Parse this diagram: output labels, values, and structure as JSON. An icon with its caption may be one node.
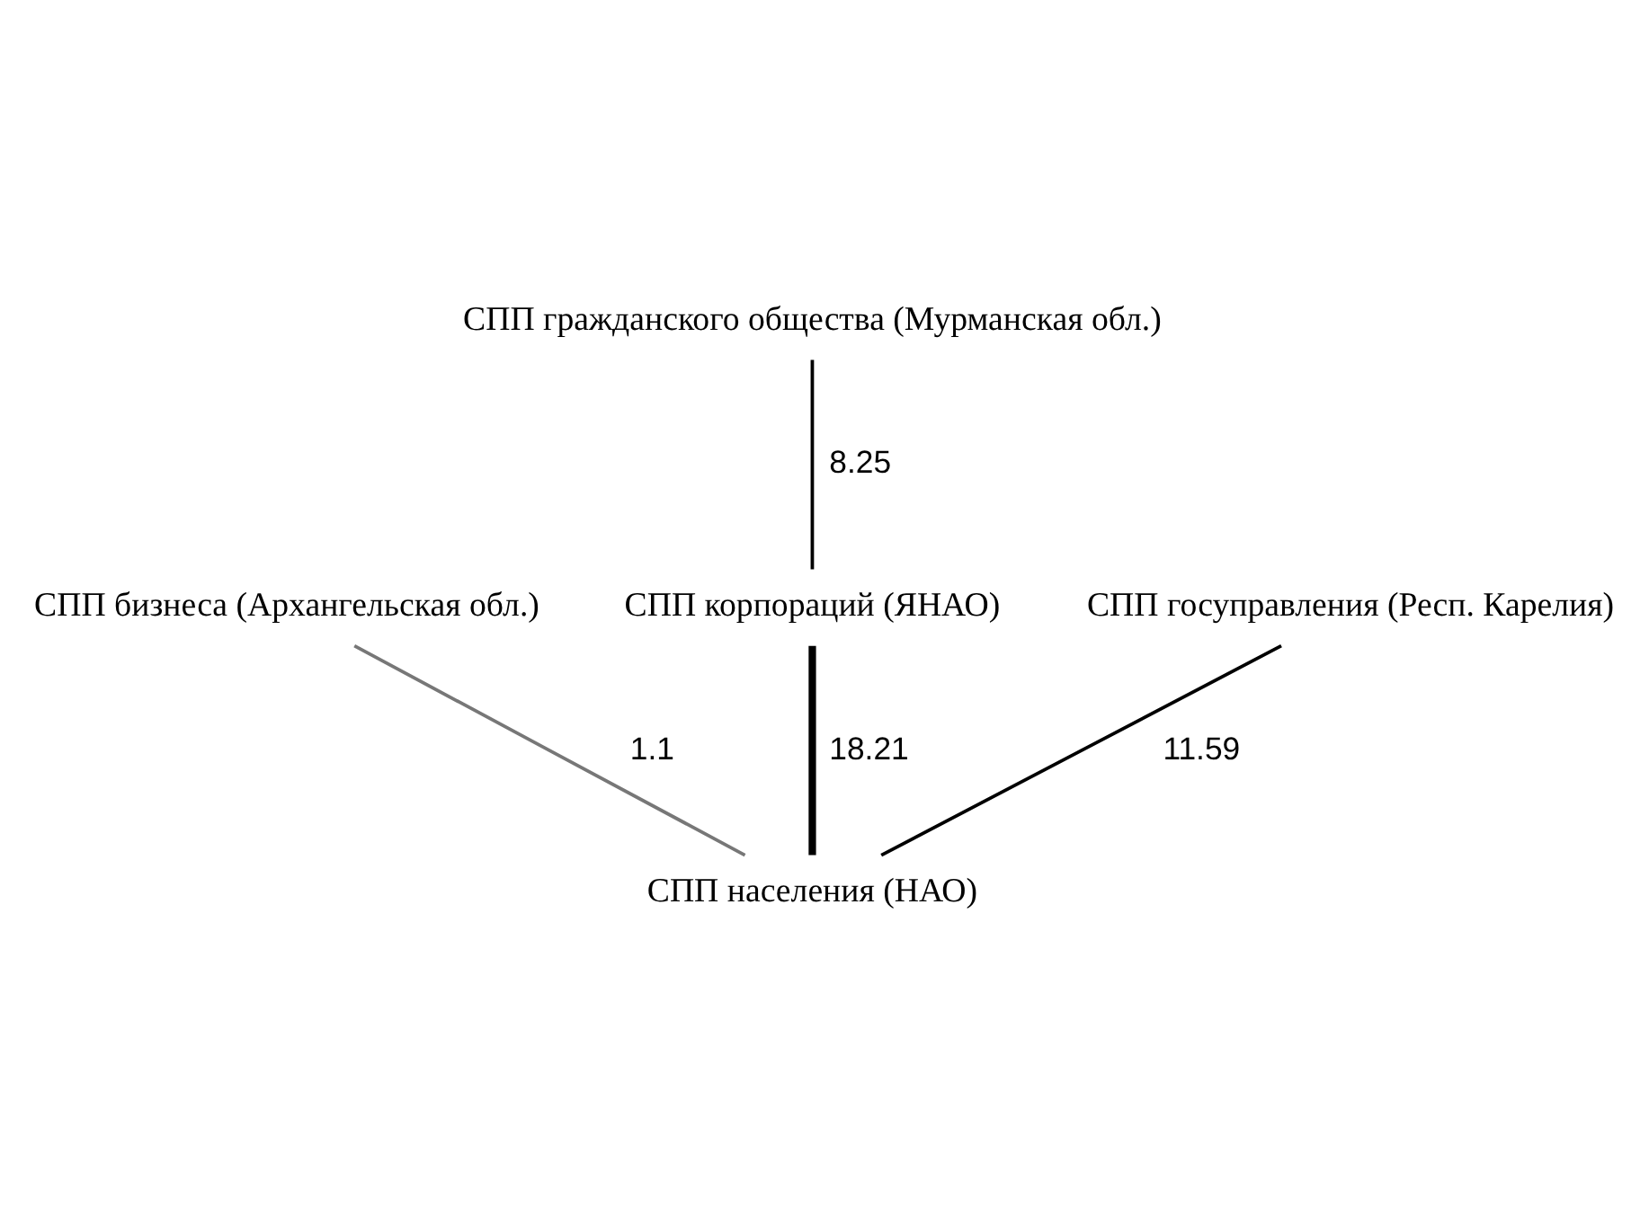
{
  "diagram": {
    "nodes": [
      {
        "text": [
          "СПП бизнеса (Архангельская обл.)"
        ]
      },
      {
        "text": [
          "СПП корпораций (ЯНАО)"
        ]
      },
      {
        "text": [
          "СПП госуправления (Респ. Карелия)"
        ]
      },
      {
        "text": [
          "СПП гражданского общества (Мурманская обл.)"
        ]
      },
      {
        "text": [
          "СПП населения (НАО)"
        ]
      }
    ],
    "edges": [
      {
        "from": 0,
        "to": 4,
        "arrow": "none",
        "label": "1.1",
        "color": "#777777"
      },
      {
        "from": 2,
        "to": 4,
        "arrow": "none",
        "label": "11.59"
      },
      {
        "from": 3,
        "to": 1,
        "arrow": "none",
        "label": "8.25"
      },
      {
        "from": 1,
        "to": 4,
        "arrow": "none",
        "label": "18.21",
        "style": "thick"
      }
    ]
  }
}
